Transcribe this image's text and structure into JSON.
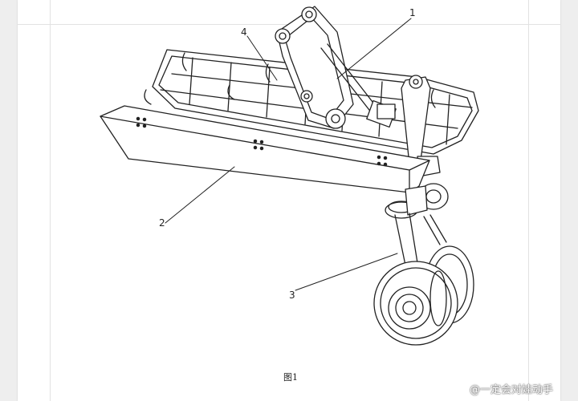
{
  "labels": {
    "part1": "1",
    "part2": "2",
    "part3": "3",
    "part4": "4"
  },
  "caption": "图1",
  "watermark": {
    "handle": "@一定会对娃动手",
    "icon": "weibo-logo-icon"
  },
  "colors": {
    "line": "#222222",
    "paper": "#ffffff",
    "background": "#eeeeee"
  }
}
